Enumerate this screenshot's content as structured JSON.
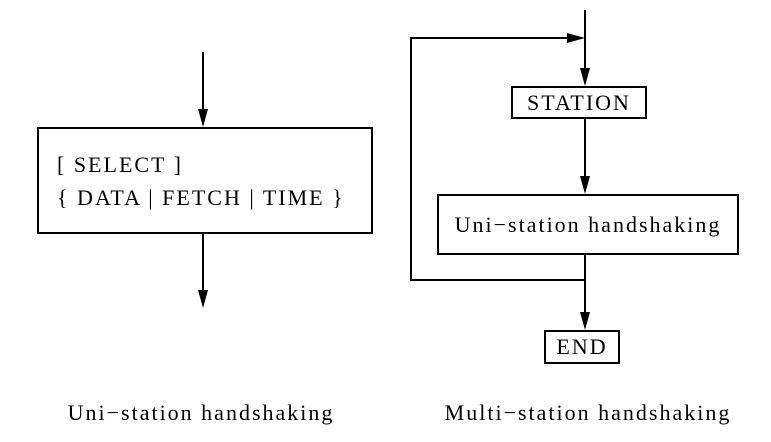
{
  "figure": {
    "background_color": "#ffffff",
    "line_color": "#000000",
    "uni_diagram": {
      "select_box": {
        "line1": "[ SELECT ]",
        "line2": "{ DATA | FETCH | TIME }"
      },
      "caption": "Uni−station handshaking"
    },
    "multi_diagram": {
      "station_label": "STATION",
      "process_label": "Uni−station handshaking",
      "end_label": "END",
      "caption": "Multi−station handshaking"
    }
  }
}
